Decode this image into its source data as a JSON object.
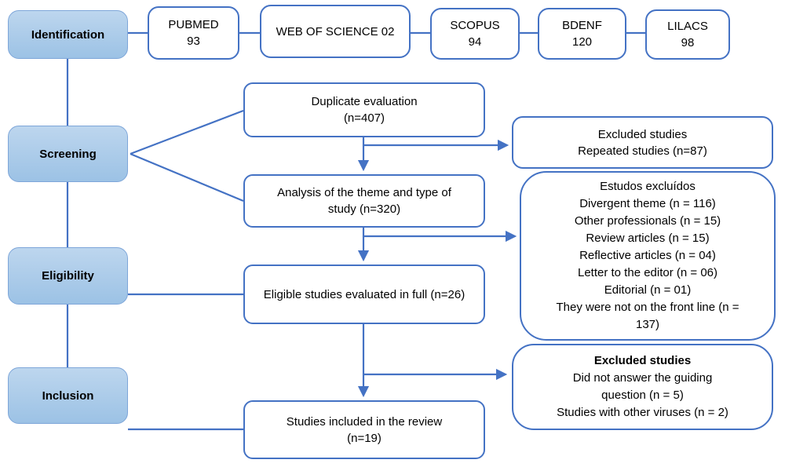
{
  "colors": {
    "connector": "#4472C4",
    "box_border": "#4472C4",
    "stage_fill_top": "#BDD6EE",
    "stage_fill_bottom": "#9CC2E5",
    "stage_border": "#7EA6D9",
    "text": "#000000"
  },
  "stages": [
    {
      "label": "Identification"
    },
    {
      "label": "Screening"
    },
    {
      "label": "Eligibility"
    },
    {
      "label": "Inclusion"
    }
  ],
  "sources": [
    {
      "lines": [
        "PUBMED",
        "93"
      ]
    },
    {
      "lines": [
        "WEB OF SCIENCE 02"
      ]
    },
    {
      "lines": [
        "SCOPUS",
        "94"
      ]
    },
    {
      "lines": [
        "BDENF",
        "120"
      ]
    },
    {
      "lines": [
        "LILACS",
        "98"
      ]
    }
  ],
  "process": [
    {
      "lines": [
        "Duplicate evaluation",
        "(n=407)"
      ]
    },
    {
      "lines": [
        "Analysis of the theme and type of",
        "study (n=320)"
      ]
    },
    {
      "lines": [
        "Eligible studies evaluated in full (n=26)"
      ]
    },
    {
      "lines": [
        "Studies included in the review",
        "(n=19)"
      ]
    }
  ],
  "exclusions": [
    {
      "bold_first": false,
      "lines": [
        "Excluded studies",
        "Repeated studies (n=87)"
      ]
    },
    {
      "bold_first": false,
      "lines": [
        "Estudos excluídos",
        "Divergent theme (n = 116)",
        "Other professionals (n = 15)",
        "Review articles (n = 15)",
        "Reflective articles (n = 04)",
        "Letter to the editor (n = 06)",
        "Editorial (n = 01)",
        "They were not on the front line (n =",
        "137)"
      ]
    },
    {
      "bold_first": true,
      "lines": [
        "Excluded studies",
        "Did not answer the guiding",
        "question (n = 5)",
        "Studies with other viruses (n = 2)"
      ]
    }
  ]
}
